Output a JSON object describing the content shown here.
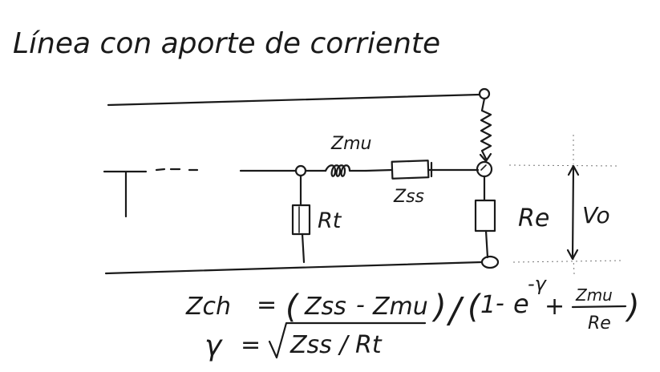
{
  "title": "Línea con aporte de corriente",
  "labels": {
    "zmu_top": "Zmu",
    "zss": "Zss",
    "rt": "Rt",
    "re": "Re",
    "vo": "Vo"
  },
  "equations": {
    "line1": {
      "lhs": "Zch",
      "eq": "=",
      "paren_open": "(",
      "term1": "Zss",
      "minus": "-",
      "term2": "Zmu",
      "paren_close": ")",
      "slash": "/",
      "paren2_open": "(",
      "one": "1",
      "minus2": "-",
      "e": "e",
      "exponent": "-γ",
      "plus": "+",
      "frac_num": "Zmu",
      "frac_den": "Re",
      "paren2_close": ")"
    },
    "line2": {
      "lhs": "γ",
      "eq": "=",
      "radicand": "Zss / Rt"
    }
  }
}
